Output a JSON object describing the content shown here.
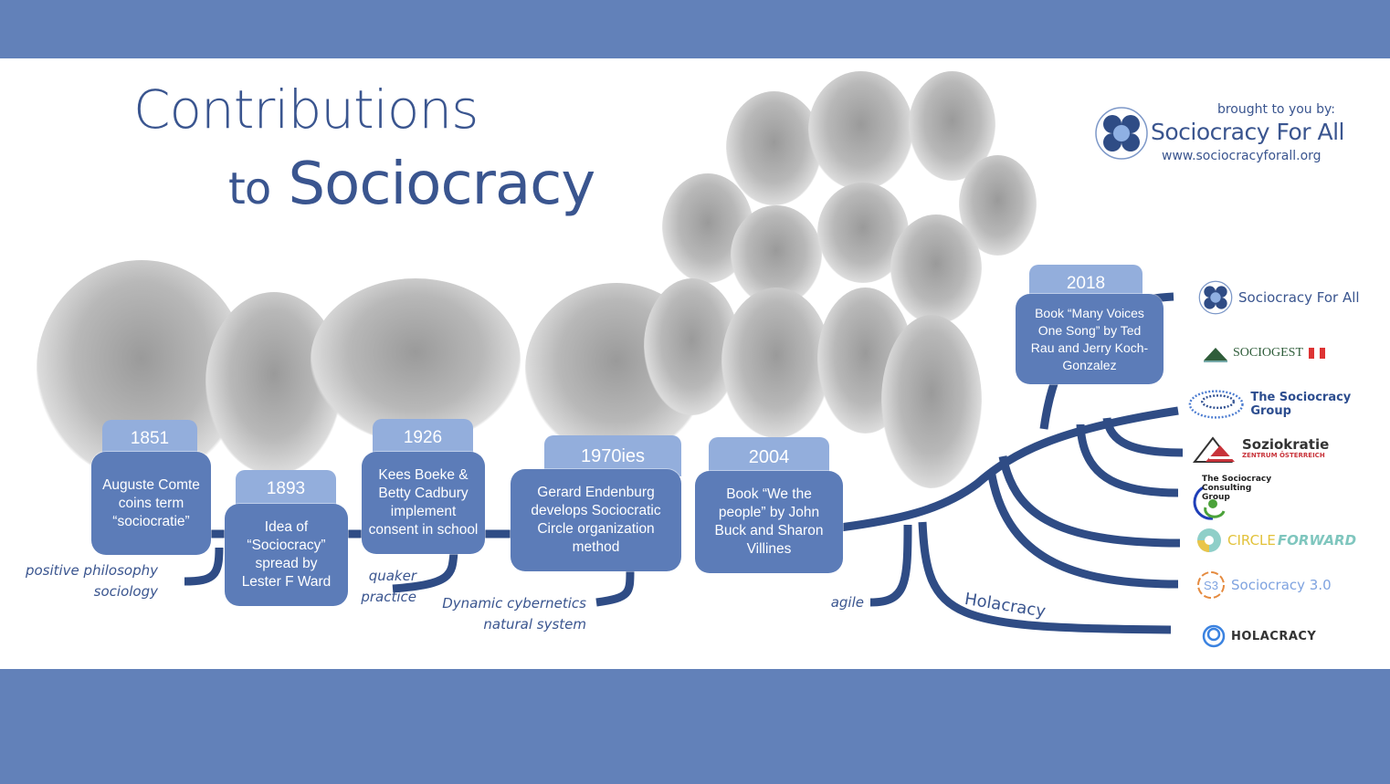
{
  "header": {
    "title_line1": "Contributions",
    "title_line2_prefix": "to",
    "title_line2_main": "Sociocracy"
  },
  "branding": {
    "brought_by": "brought to you by:",
    "name": "Sociocracy For All",
    "url": "www.sociocracyforall.org",
    "logo_icon": "flower-circle-icon"
  },
  "colors": {
    "band": "#6281b9",
    "box": "#5c7cb8",
    "year_tab": "#93aedc",
    "line": "#2f4c85",
    "title_text": "#3a558f"
  },
  "timeline": [
    {
      "year": "1851",
      "text": "Auguste Comte coins term “sociocratie”",
      "influence": [
        "positive philosophy",
        "sociology"
      ]
    },
    {
      "year": "1893",
      "text": "Idea of “Sociocracy” spread by Lester F Ward",
      "influence": []
    },
    {
      "year": "1926",
      "text": "Kees Boeke & Betty Cadbury implement consent in school",
      "influence": [
        "quaker",
        "practice"
      ]
    },
    {
      "year": "1970ies",
      "text": "Gerard Endenburg develops Sociocratic Circle organization method",
      "influence": [
        "Dynamic cybernetics",
        "natural system"
      ]
    },
    {
      "year": "2004",
      "text": "Book “We the people” by John Buck and Sharon Villines",
      "influence": [
        "agile"
      ]
    },
    {
      "year": "2018",
      "text": "Book “Many Voices One Song” by Ted Rau and Jerry Koch-Gonzalez",
      "influence": []
    }
  ],
  "branch_labels": {
    "holacracy": "Holacracy",
    "agile": "agile"
  },
  "organizations": [
    {
      "name": "Sociocracy For All",
      "icon": "sfa-logo-icon",
      "color": "#3a558f"
    },
    {
      "name": "SOCIOGEST",
      "icon": "sociogest-logo-icon",
      "color": "#2f5d3a"
    },
    {
      "name": "The Sociocracy Group",
      "icon": "sociocracy-group-logo-icon",
      "color": "#2c4d8f"
    },
    {
      "name": "Soziokratie",
      "sub": "ZENTRUM ÖSTERREICH",
      "icon": "soziokratie-logo-icon",
      "color": "#333333"
    },
    {
      "name": "The Sociocracy Consulting Group",
      "icon": "consulting-group-logo-icon",
      "color": "#222222"
    },
    {
      "name": "CIRCLE",
      "name2": "FORWARD",
      "icon": "circle-forward-logo-icon",
      "color": "#e2c23a"
    },
    {
      "name": "Sociocracy 3.0",
      "icon": "s3-logo-icon",
      "color": "#7fa3e0"
    },
    {
      "name": "HOLACRACY",
      "icon": "holacracy-logo-icon",
      "color": "#333333"
    }
  ]
}
